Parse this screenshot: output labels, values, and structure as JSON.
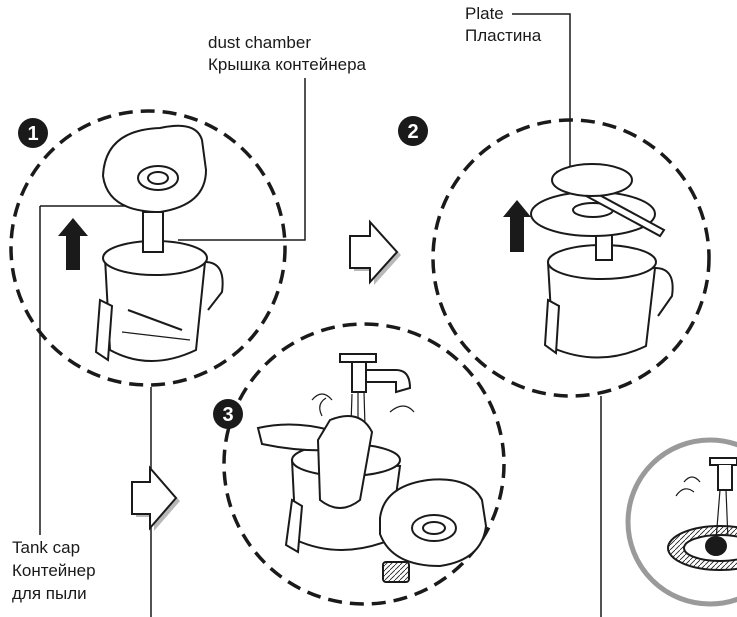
{
  "labels": {
    "dust_chamber_en": "dust chamber",
    "dust_chamber_ru": "Крышка контейнера",
    "plate_en": "Plate",
    "plate_ru": "Пластина",
    "tank_cap_en": "Tank cap",
    "tank_cap_ru_1": "Контейнер",
    "tank_cap_ru_2": "для пыли"
  },
  "steps": [
    "1",
    "2",
    "3"
  ],
  "icons": [
    "up-arrow-icon",
    "next-arrow-icon",
    "water-tap-icon",
    "hands-icon"
  ],
  "colors": {
    "line": "#1a1a1a",
    "fill": "#ffffff",
    "arrow_shade": "#b0b0b0",
    "gray_ring": "#9a9a9a"
  }
}
